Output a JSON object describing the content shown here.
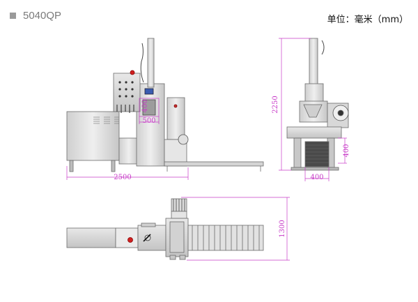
{
  "header": {
    "model": "5040QP",
    "unit": "单位：毫米（mm）"
  },
  "dimensions": {
    "front_width": "2500",
    "window_width": "500",
    "window_height": "400",
    "side_height": "2250",
    "side_base_height": "400",
    "side_base_width": "400",
    "top_depth": "1300"
  },
  "colors": {
    "dimension": "#c83cc8",
    "machine_body": "#d9d9d9",
    "machine_outline": "#6b6b6b"
  }
}
